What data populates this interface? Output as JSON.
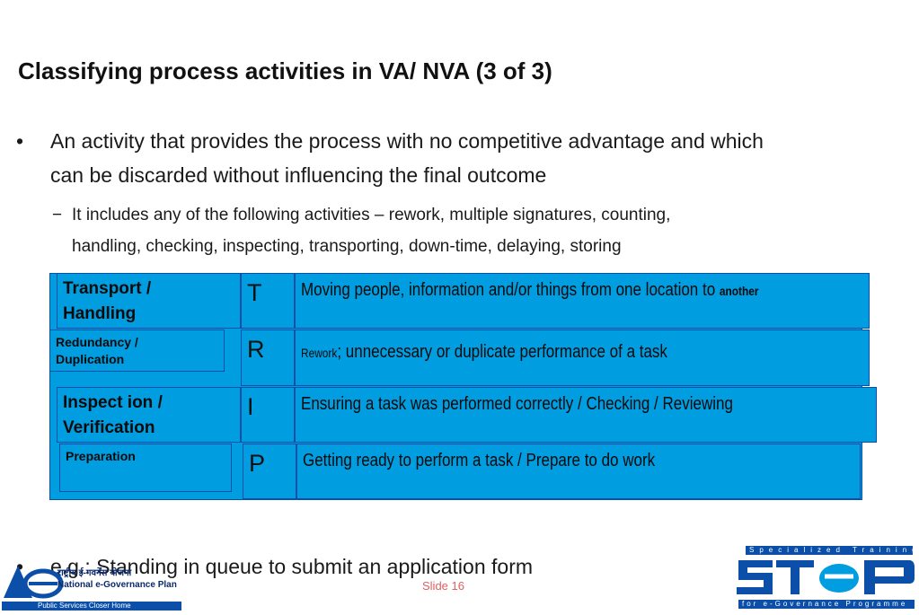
{
  "slide": {
    "title": "Classifying process activities in VA/ NVA (3 of 3)",
    "bullet1": "An activity that provides the process with no competitive advantage and which can be discarded without influencing the final outcome",
    "bullet1_line1": "An activity that provides the process with no competitive advantage and which",
    "bullet1_line2": "can be discarded without influencing the final outcome",
    "sub1_line1": "It includes any of the following activities – rework, multiple signatures, counting,",
    "sub1_line2": "handling, checking, inspecting, transporting, down-time, delaying, storing",
    "bullet2": "e.g.: Standing in queue to submit an application form",
    "bullet_char": "•",
    "dash_char": "−",
    "slide_number": "Slide 16"
  },
  "table": {
    "rows": [
      {
        "label": "Transport / Handling",
        "label_l1": "Transport /",
        "label_l2": "Handling",
        "letter": "T",
        "desc_main": "Moving people, information and/or things from one location to",
        "desc_tail": "another"
      },
      {
        "label": "Redundancy / Duplication",
        "label_l1": "Redundancy  /",
        "label_l2": "Duplication",
        "letter": "R",
        "desc_lead": "Rework",
        "desc_main": "; unnecessary or duplicate performance of a task"
      },
      {
        "label": "Inspect ion / Verification",
        "label_l1": "Inspect ion /",
        "label_l2": "Verification",
        "letter": "I",
        "desc_main": "Ensuring a task was performed correctly / Checking / Reviewing"
      },
      {
        "label": "Preparation",
        "label_l1": "Preparation",
        "letter": "P",
        "desc_main": "Getting ready to perform a task / Prepare to do work"
      }
    ]
  },
  "logos": {
    "left_hindi": "राष्ट्रीय ई-गवर्नेंस योजना",
    "left_name": "National e-Governance Plan",
    "left_tagline": "Public Services Closer Home",
    "right_top": "Specialized Training",
    "right_bottom": "for e-Governance Programme",
    "right_word": "STeP",
    "colors": {
      "blue": "#0b4fa8",
      "cyan": "#009de0"
    }
  }
}
